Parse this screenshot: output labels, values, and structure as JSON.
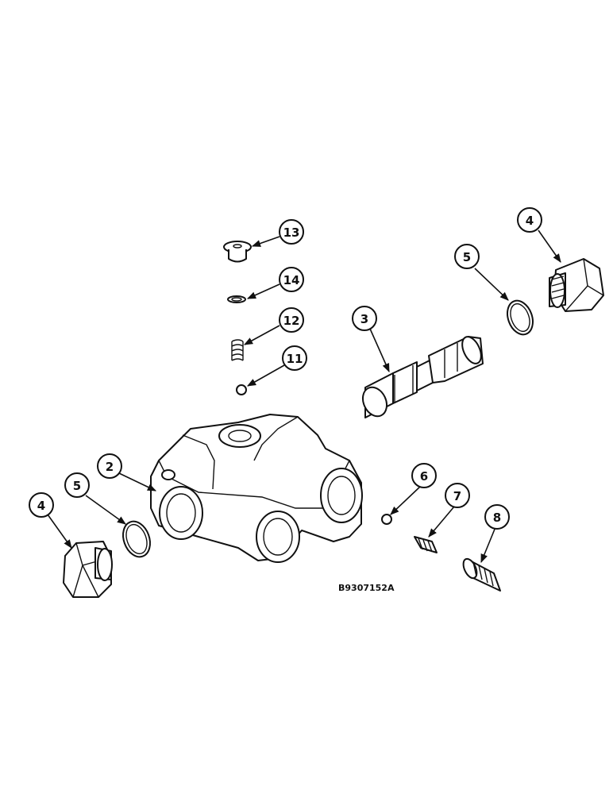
{
  "figure_ref": "B9307152A",
  "callouts": {
    "c13": "13",
    "c14": "14",
    "c12": "12",
    "c11": "11",
    "c3": "3",
    "c5_right": "5",
    "c4_right": "4",
    "c2": "2",
    "c5_left": "5",
    "c4_left": "4",
    "c6": "6",
    "c7": "7",
    "c8": "8"
  },
  "colors": {
    "ink": "#111111",
    "paper": "#ffffff"
  }
}
